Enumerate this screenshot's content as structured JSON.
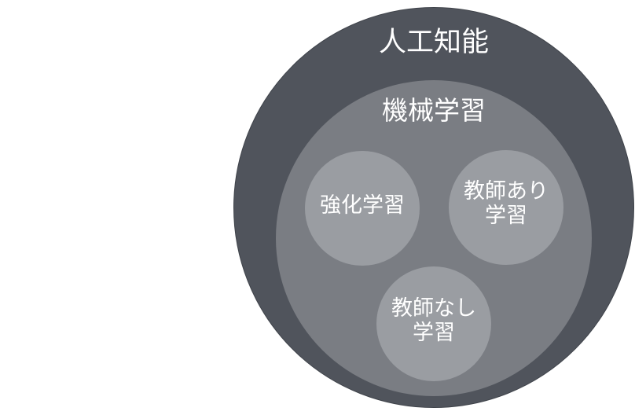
{
  "diagram": {
    "outer": {
      "label": "人工知能"
    },
    "middle": {
      "label": "機械学習"
    },
    "inner": [
      {
        "lines": [
          "強化学習"
        ]
      },
      {
        "lines": [
          "教師あり",
          "学習"
        ]
      },
      {
        "lines": [
          "教師なし",
          "学習"
        ]
      }
    ]
  },
  "colors": {
    "outer": "#50545c",
    "middle": "#7a7d83",
    "inner": "#9a9da2",
    "text": "#ffffff"
  }
}
